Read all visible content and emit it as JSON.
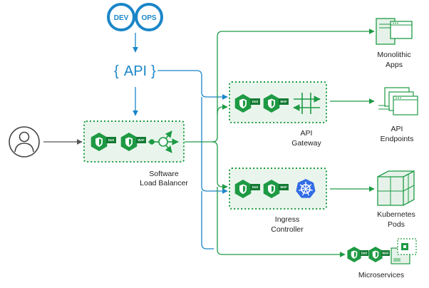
{
  "devops": {
    "left": "DEV",
    "right": "OPS"
  },
  "api": {
    "label": "API"
  },
  "load_balancer": {
    "line1": "Software",
    "line2": "Load Balancer"
  },
  "api_gateway": {
    "line1": "API",
    "line2": "Gateway"
  },
  "ingress": {
    "line1": "Ingress",
    "line2": "Controller"
  },
  "targets": {
    "monolithic": {
      "line1": "Monolithic",
      "line2": "Apps"
    },
    "endpoints": {
      "line1": "API",
      "line2": "Endpoints"
    },
    "pods": {
      "line1": "Kubernetes",
      "line2": "Pods"
    },
    "microservices": {
      "line1": "Microservices"
    }
  },
  "badges": {
    "dos": "DoS",
    "waf": "WAF"
  },
  "colors": {
    "green": "#1e9a44",
    "green_dark": "#137a33",
    "blue": "#1a86c8",
    "box_fill": "#e9f5ec",
    "grey": "#555555"
  },
  "icons": {
    "user": "user-icon",
    "shield": "shield-hexagon-icon",
    "router": "traffic-distribution-icon",
    "gateway": "gateway-arrows-icon",
    "kubernetes": "kubernetes-helm-icon",
    "server": "server-window-icon",
    "stack": "stacked-windows-icon",
    "cubes": "container-cubes-icon",
    "chip": "microservice-chip-icon"
  }
}
